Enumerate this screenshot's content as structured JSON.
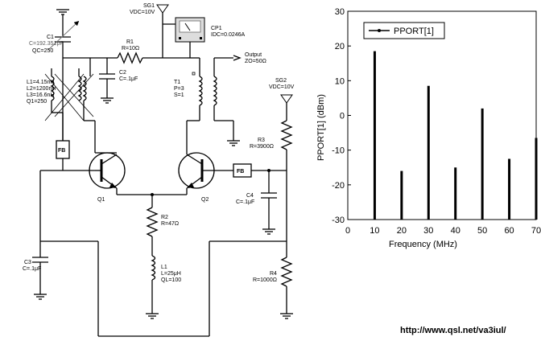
{
  "schematic": {
    "C1": [
      "C1",
      "C=192.351pF",
      "QC=250"
    ],
    "L_set": [
      "L1=4.15nH",
      "L2=1200nH",
      "L3=16.6nH",
      "Q1=250"
    ],
    "SG1": [
      "SG1",
      "VDC=10V"
    ],
    "CP1": [
      "CP1",
      "IDC=0.0246A"
    ],
    "R1": [
      "R1",
      "R=10Ω"
    ],
    "C2": [
      "C2",
      "C=.1μF"
    ],
    "T1": [
      "T1",
      "P=3",
      "S=1"
    ],
    "output": [
      "Output",
      "ZO=50Ω"
    ],
    "SG2": [
      "SG2",
      "VDC=10V"
    ],
    "R3": [
      "R3",
      "R=3900Ω"
    ],
    "C4": [
      "C4",
      "C=.1μF"
    ],
    "R2": [
      "R2",
      "R=47Ω"
    ],
    "L1": [
      "L1",
      "L=25μH",
      "QL=100"
    ],
    "C3": [
      "C3",
      "C=.1μF"
    ],
    "R4": [
      "R4",
      "R=1000Ω"
    ],
    "Q1": "Q1",
    "Q2": "Q2",
    "FB": "FB"
  },
  "chart_data": {
    "type": "bar",
    "title": "",
    "legend": "PPORT[1]",
    "legend_position": "top-left",
    "xlabel": "Frequency (MHz)",
    "ylabel": "PPORT[1] (dBm)",
    "xlim": [
      0,
      70
    ],
    "ylim": [
      -30,
      30
    ],
    "xticks": [
      0,
      10,
      20,
      30,
      40,
      50,
      60,
      70
    ],
    "yticks": [
      -30,
      -20,
      -10,
      0,
      10,
      20,
      30
    ],
    "grid": false,
    "x": [
      10,
      20,
      30,
      40,
      50,
      60,
      70
    ],
    "values": [
      18.5,
      -16,
      8.5,
      -15,
      2,
      -12.5,
      -6.5
    ]
  },
  "footer_url": "http://www.qsl.net/va3iul/"
}
